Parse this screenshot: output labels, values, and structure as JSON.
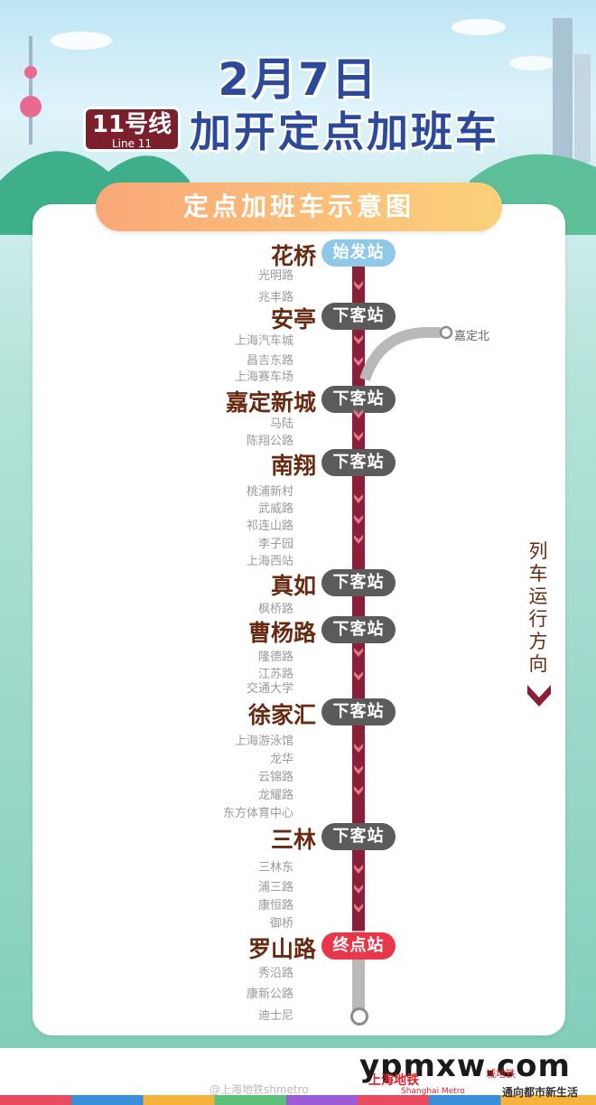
{
  "header": {
    "date": "2月7日",
    "line_num": "11号线",
    "line_en": "Line 11",
    "title": "加开定点加班车"
  },
  "banner": "定点加班车示意图",
  "branch_station": "嘉定北",
  "direction_text": "列车运行方向",
  "tags": {
    "start": "始发站",
    "alight": "下客站",
    "end": "终点站"
  },
  "stations": [
    {
      "name": "花桥",
      "major": true,
      "tag": "start"
    },
    {
      "name": "光明路",
      "major": false
    },
    {
      "name": "兆丰路",
      "major": false
    },
    {
      "name": "安亭",
      "major": true,
      "tag": "alight"
    },
    {
      "name": "上海汽车城",
      "major": false
    },
    {
      "name": "昌吉东路",
      "major": false
    },
    {
      "name": "上海赛车场",
      "major": false
    },
    {
      "name": "嘉定新城",
      "major": true,
      "tag": "alight"
    },
    {
      "name": "马陆",
      "major": false
    },
    {
      "name": "陈翔公路",
      "major": false
    },
    {
      "name": "南翔",
      "major": true,
      "tag": "alight"
    },
    {
      "name": "桃浦新村",
      "major": false
    },
    {
      "name": "武威路",
      "major": false
    },
    {
      "name": "祁连山路",
      "major": false
    },
    {
      "name": "李子园",
      "major": false
    },
    {
      "name": "上海西站",
      "major": false
    },
    {
      "name": "真如",
      "major": true,
      "tag": "alight"
    },
    {
      "name": "枫桥路",
      "major": false
    },
    {
      "name": "曹杨路",
      "major": true,
      "tag": "alight"
    },
    {
      "name": "隆德路",
      "major": false
    },
    {
      "name": "江苏路",
      "major": false
    },
    {
      "name": "交通大学",
      "major": false
    },
    {
      "name": "徐家汇",
      "major": true,
      "tag": "alight"
    },
    {
      "name": "上海游泳馆",
      "major": false
    },
    {
      "name": "龙华",
      "major": false
    },
    {
      "name": "云锦路",
      "major": false
    },
    {
      "name": "龙耀路",
      "major": false
    },
    {
      "name": "东方体育中心",
      "major": false
    },
    {
      "name": "三林",
      "major": true,
      "tag": "alight"
    },
    {
      "name": "三林东",
      "major": false
    },
    {
      "name": "浦三路",
      "major": false
    },
    {
      "name": "康恒路",
      "major": false
    },
    {
      "name": "御桥",
      "major": false
    },
    {
      "name": "罗山路",
      "major": true,
      "tag": "end"
    },
    {
      "name": "秀沿路",
      "major": false
    },
    {
      "name": "康新公路",
      "major": false
    },
    {
      "name": "迪士尼",
      "major": false
    }
  ],
  "footer": {
    "watermark": "ypmxw.com",
    "metro_cn": "上海地铁",
    "metro_en": "Shanghai Metro",
    "weibo": "@上海地铁shmetro",
    "slogan_1": "城地铁",
    "slogan_2": "通向都市新生活"
  },
  "colors": {
    "track": "#8a1f3a",
    "title": "#2d4a9a",
    "start_tag": "#8fc9ea",
    "alight_tag": "#5b5b5b",
    "end_tag": "#e8364b"
  }
}
